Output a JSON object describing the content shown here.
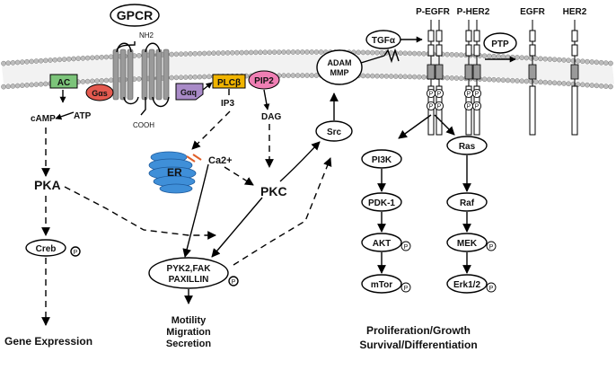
{
  "title": "GPCR",
  "gpcr": {
    "nh2": "NH2",
    "cooh": "COOH"
  },
  "membrane_proteins": {
    "ac": "AC",
    "gas": "Gαs",
    "gaq": "Gαq",
    "plcb": "PLCβ",
    "pip2": "PIP2"
  },
  "small_molecules": {
    "atp": "ATP",
    "camp": "cAMP",
    "ip3": "IP3",
    "dag": "DAG",
    "ca": "Ca2+",
    "er": "ER"
  },
  "kinases": {
    "pka": "PKA",
    "creb": "Creb",
    "pkc": "PKC",
    "src": "Src",
    "adam": "ADAM",
    "mmp": "MMP",
    "tgfa": "TGFα",
    "ptp": "PTP",
    "pyk2": "PYK2,FAK",
    "paxillin": "PAXILLIN"
  },
  "receptors": {
    "p_egfr": "P-EGFR",
    "p_her2": "P-HER2",
    "egfr": "EGFR",
    "her2": "HER2"
  },
  "pathways": {
    "pi3k": "PI3K",
    "pdk1": "PDK-1",
    "akt": "AKT",
    "mtor": "mTor",
    "ras": "Ras",
    "raf": "Raf",
    "mek": "MEK",
    "erk": "Erk1/2"
  },
  "phospho_mark": "P",
  "outcomes": {
    "gene_expression": "Gene Expression",
    "motility": "Motility",
    "migration": "Migration",
    "secretion": "Secretion",
    "proliferation": "Proliferation/Growth",
    "survival": "Survival/Differentiation"
  },
  "colors": {
    "ac": "#7cc47a",
    "gas": "#e45a4f",
    "gaq": "#a98bc8",
    "plcb": "#f0b400",
    "pip2": "#ef7fb4",
    "er": "#3f8fd8",
    "membrane": "#bdbdbd",
    "receptor": "#9a9a9a"
  }
}
